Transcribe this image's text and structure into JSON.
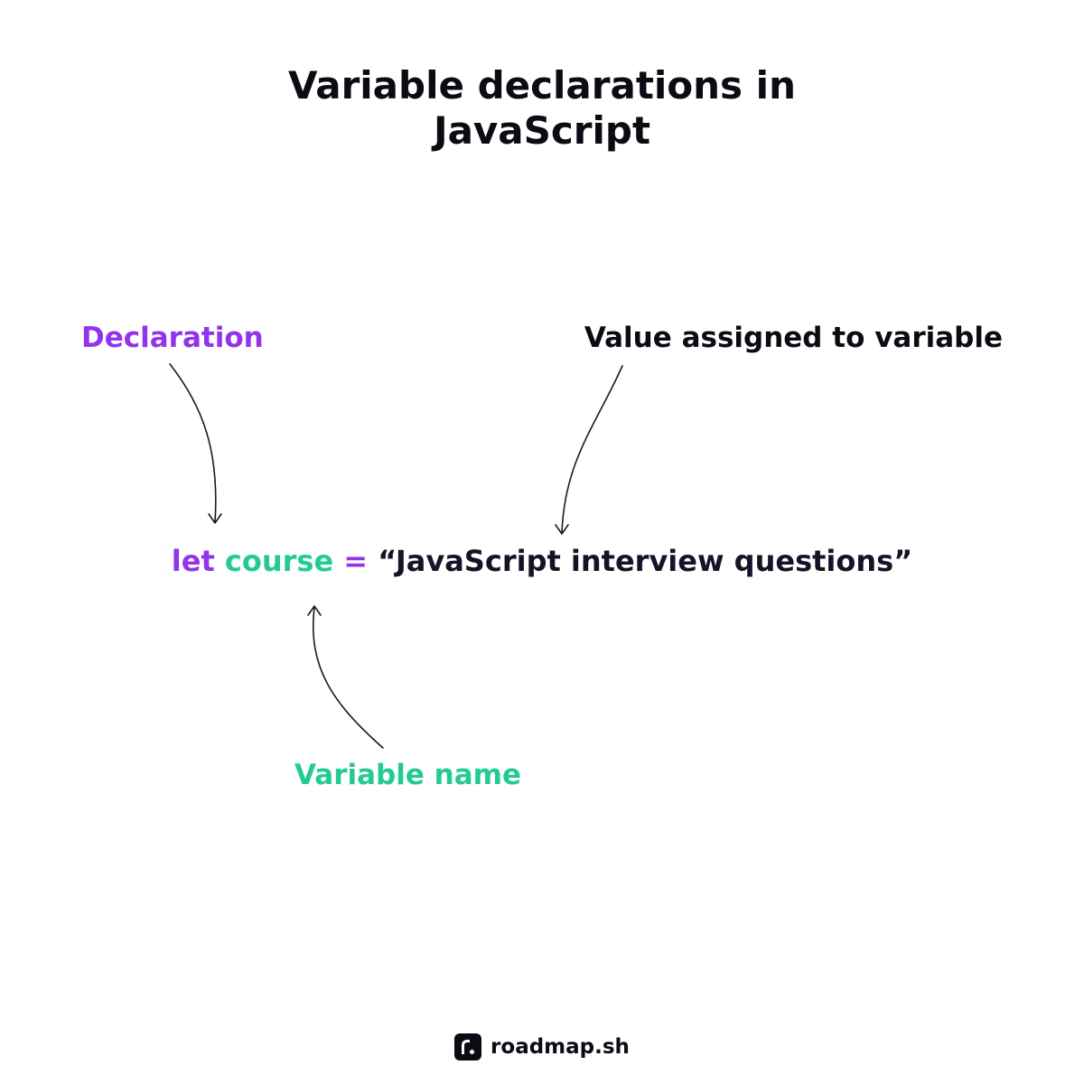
{
  "title": {
    "line1": "Variable declarations in",
    "line2": "JavaScript"
  },
  "labels": {
    "declaration": "Declaration",
    "value": "Value assigned to variable",
    "variable_name": "Variable name"
  },
  "code": {
    "keyword": "let",
    "name": "course",
    "operator": "=",
    "value": "“JavaScript interview questions”"
  },
  "brand": {
    "name": "roadmap.sh",
    "logo_icon": "roadmap-logo-icon"
  },
  "colors": {
    "declaration": "#9333ea",
    "variable_name": "#22cc8f",
    "text": "#0b0b14"
  }
}
